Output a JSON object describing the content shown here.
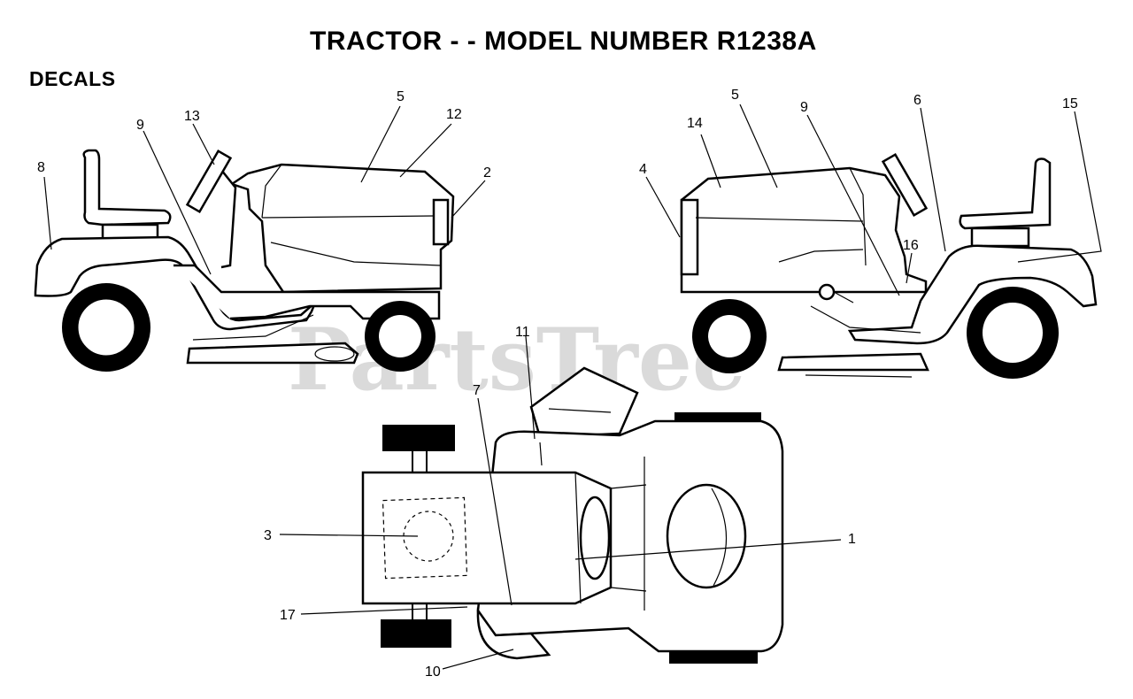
{
  "header": {
    "title": "TRACTOR - - MODEL NUMBER R1238A"
  },
  "section": {
    "label": "DECALS"
  },
  "watermark": {
    "text": "PartsTree"
  },
  "callouts": {
    "left_view": [
      "8",
      "9",
      "13",
      "5",
      "12",
      "2"
    ],
    "right_view": [
      "4",
      "14",
      "5",
      "9",
      "6",
      "15",
      "16"
    ],
    "top_view": [
      "11",
      "7",
      "3",
      "1",
      "17",
      "10"
    ]
  }
}
